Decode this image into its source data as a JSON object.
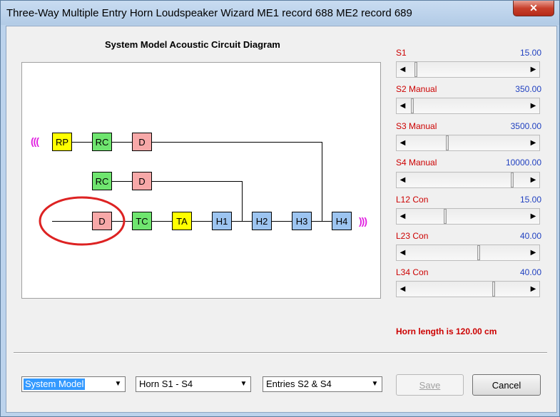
{
  "window": {
    "title": "Three-Way Multiple Entry Horn Loudspeaker Wizard   ME1 record 688   ME2 record 689",
    "close_glyph": "✕"
  },
  "diagram": {
    "title": "System Model Acoustic Circuit Diagram",
    "left_waves": "(((",
    "right_waves": ")))",
    "row1": [
      "RP",
      "RC",
      "D"
    ],
    "row2": [
      "RC",
      "D"
    ],
    "row3": [
      "D",
      "TC",
      "TA",
      "H1",
      "H2",
      "H3",
      "H4"
    ],
    "highlight_color": "#dd2222"
  },
  "params": [
    {
      "label": "S1",
      "value": "15.00",
      "fraction": 0.05
    },
    {
      "label": "S2  Manual",
      "value": "350.00",
      "fraction": 0.02
    },
    {
      "label": "S3  Manual",
      "value": "3500.00",
      "fraction": 0.32
    },
    {
      "label": "S4  Manual",
      "value": "10000.00",
      "fraction": 0.88
    },
    {
      "label": "L12  Con",
      "value": "15.00",
      "fraction": 0.3
    },
    {
      "label": "L23  Con",
      "value": "40.00",
      "fraction": 0.59
    },
    {
      "label": "L34  Con",
      "value": "40.00",
      "fraction": 0.72
    }
  ],
  "horn_length_text": "Horn length is 120.00 cm",
  "dropdowns": [
    {
      "value": "System Model",
      "selected": true
    },
    {
      "value": "Horn S1 - S4",
      "selected": false
    },
    {
      "value": "Entries S2 & S4",
      "selected": false
    }
  ],
  "buttons": {
    "save": "Save",
    "cancel": "Cancel"
  },
  "glyphs": {
    "left_arrow": "◀",
    "right_arrow": "▶",
    "down_arrow": "▼"
  },
  "colors": {
    "label_red": "#cc0000",
    "value_blue": "#2040c0",
    "wave_magenta": "#e020e0"
  }
}
